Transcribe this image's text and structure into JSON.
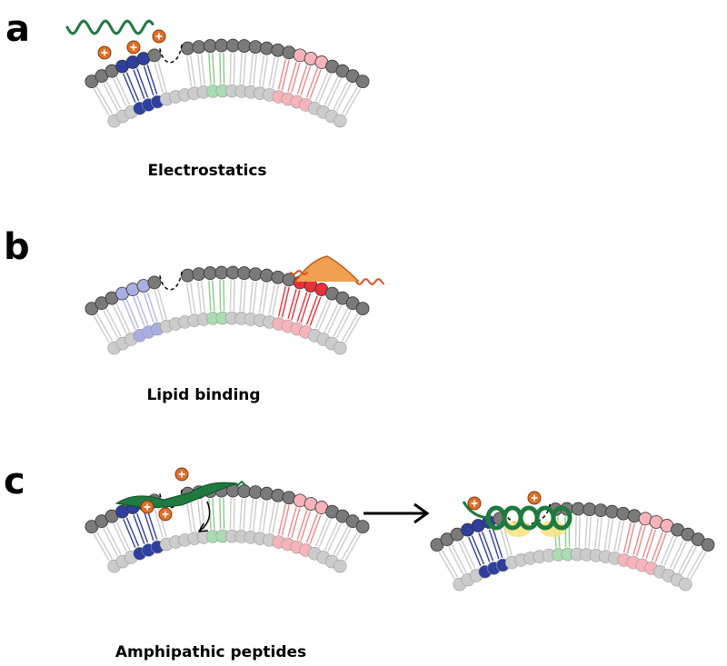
{
  "panels": {
    "a": {
      "letter": "a",
      "caption": "Electrostatics"
    },
    "b": {
      "letter": "b",
      "caption": "Lipid binding"
    },
    "c": {
      "letter": "c",
      "caption": "Amphipathic peptides"
    }
  },
  "charge_symbol": "+",
  "colors": {
    "neutral_outer": "#7a7a7a",
    "neutral_inner": "#cccccc",
    "anionic": "#2e3f9e",
    "anionic_faint": "#a9aee0",
    "green_lipid": "#a9dcb0",
    "pink_lipid": "#f6b3ba",
    "red_lipid": "#e8313a",
    "peptide": "#1f7a3f",
    "charge": "#e0702a",
    "lipid_binding_domain": "#f0a050",
    "hydrophobic_patch": "#f6e27a"
  }
}
